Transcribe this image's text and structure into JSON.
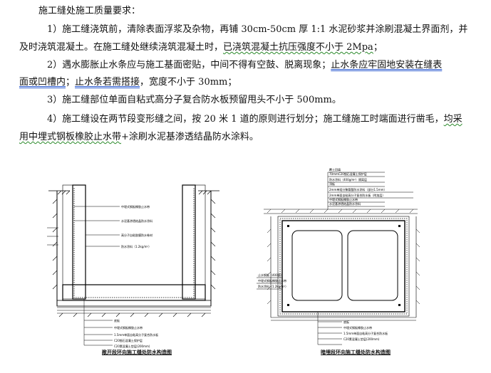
{
  "text": {
    "heading": "施工缝处施工质量要求：",
    "p1a": "1）施工缝浇筑前，清除表面浮浆及杂物，再铺 30cm-50cm 厚 1:1 水泥砂浆并涂刷混凝土界面剂，并",
    "p1b_pre": "及时浇筑混凝土。在施工缝处继续浇筑混凝土时，",
    "p1b_wavy": "已浇筑混凝土抗压强度不小于 2Mpa",
    "p1b_post": "；",
    "p2a_pre": "2）遇水膨胀止水条应与施工基面密贴，中间不得有空鼓、脱离现象；",
    "p2a_dbl": "止水条应牢固地安装在缝表",
    "p2b_dbl1": "面或凹槽内",
    "p2b_mid": "；",
    "p2b_dbl2": "止水条若需搭接",
    "p2b_post": "，宽度不小于 30mm；",
    "p3": "3）施工缝部位单面自粘式高分子复合防水板预留甩头不小于 500mm。",
    "p4a_pre": "4）施工缝设在两节段变形缝之间，按 20 米 1 道的原则进行划分；施工缝施工时端面进行凿毛，",
    "p4a_wavy": "均采",
    "p4b_wavy": "用中埋式钢板橡胶止水带",
    "p4b_post": "+涂刷水泥基渗透结晶防水涂料。"
  },
  "figures": {
    "left_caption": "敞开段环向施工缝处防水构造图",
    "right_caption": "暗埋段环向施工缝处防水构造图"
  }
}
